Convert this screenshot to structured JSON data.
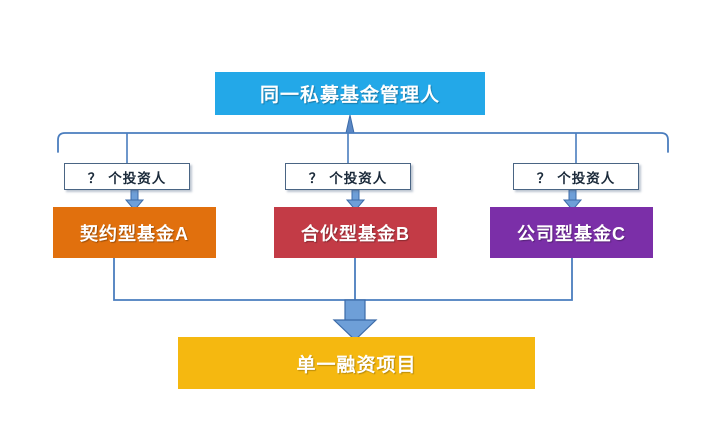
{
  "diagram": {
    "title_box": {
      "label": "同一私募基金管理人",
      "color": "#23A8E8",
      "text_color": "#ffffff"
    },
    "investor_labels": [
      {
        "name": "investor-count-fund-a",
        "question": "？",
        "label": "个投资人"
      },
      {
        "name": "investor-count-fund-b",
        "question": "？",
        "label": "个投资人"
      },
      {
        "name": "investor-count-fund-c",
        "question": "？",
        "label": "个投资人"
      }
    ],
    "funds": [
      {
        "label": "契约型基金A",
        "color": "#E1700D"
      },
      {
        "label": "合伙型基金B",
        "color": "#C33B46"
      },
      {
        "label": "公司型基金C",
        "color": "#7B2FA8"
      }
    ],
    "project_box": {
      "label": "单一融资项目",
      "color": "#F5B810",
      "text_color": "#ffffff"
    },
    "connector_color": "#4A7DBE",
    "connector_fill": "#6E9FD8"
  }
}
